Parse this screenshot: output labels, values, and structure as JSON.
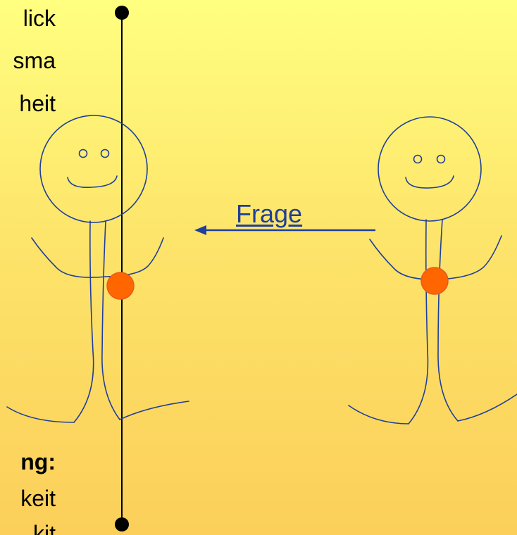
{
  "left_text": {
    "line1": "lick",
    "line2": "sma",
    "line3": "heit",
    "heading": "ng:",
    "line4": "keit",
    "line5": "kit"
  },
  "arrow": {
    "label": "Frage"
  },
  "colors": {
    "background_top": "#FFFF80",
    "background_bottom": "#FBCF5A",
    "figure_stroke": "#1F3F9A",
    "heart_fill": "#FF6600",
    "heart_stroke": "#E85A1E",
    "arrow_label": "#1F3F9A",
    "timeline": "#000000"
  }
}
